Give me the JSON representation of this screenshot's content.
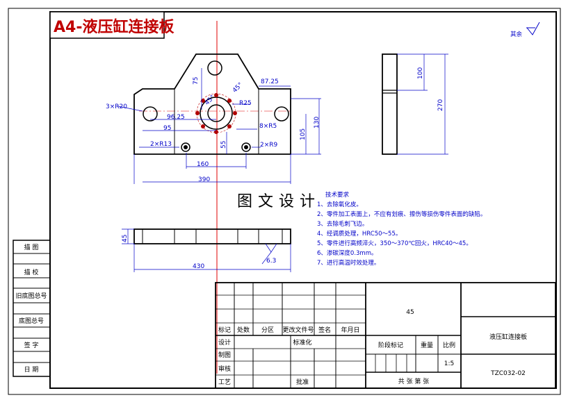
{
  "title_banner": "A4-液压缸连接板",
  "watermark": "图文设计",
  "roughness": {
    "label": "其余"
  },
  "front_view": {
    "dims": {
      "d75": "75",
      "d87_25": "87.25",
      "d3xr20": "3×R20",
      "d96_25": "96.25",
      "d95": "95",
      "d2xr13": "2×R13",
      "d160": "160",
      "d390": "390",
      "d55": "55",
      "d2xr9": "2×R9",
      "d8xr5": "8×R5",
      "d105": "105",
      "d130": "130",
      "dr25": "R25",
      "d_angle1": "45°",
      "d_angle2": "45°"
    }
  },
  "side_view": {
    "dims": {
      "d100": "100",
      "d270": "270"
    }
  },
  "bottom_view": {
    "dims": {
      "d45": "45",
      "d430": "430",
      "rough": "6.3"
    }
  },
  "notes": {
    "heading": "技术要求",
    "items": [
      "1、去除氧化皮。",
      "2、零件加工表面上，不应有划痕、擦伤等损伤零件表面的缺陷。",
      "3、去除毛刺飞边。",
      "4、经调质处理，HRC50～55。",
      "5、零件进行高频淬火，350～370℃回火，HRC40～45。",
      "6、渗碳深度0.3mm。",
      "7、进行高温时效处理。"
    ]
  },
  "left_strip": [
    "描 图",
    "描 校",
    "旧底图总号",
    "底图总号",
    "签 字",
    "日 期"
  ],
  "title_block": {
    "material": "45",
    "part_name": "液压缸连接板",
    "drawing_no": "TZC032-02",
    "scale": "1:5",
    "headers": [
      "标记",
      "处数",
      "分区",
      "更改文件号",
      "签名",
      "年月日"
    ],
    "rows": [
      "设计",
      "制图",
      "审核",
      "工艺"
    ],
    "standardize": "标准化",
    "approve": "批准",
    "stage": "阶段标记",
    "weight": "重量",
    "ratio": "比例",
    "sheets": "共 张 第 张"
  }
}
